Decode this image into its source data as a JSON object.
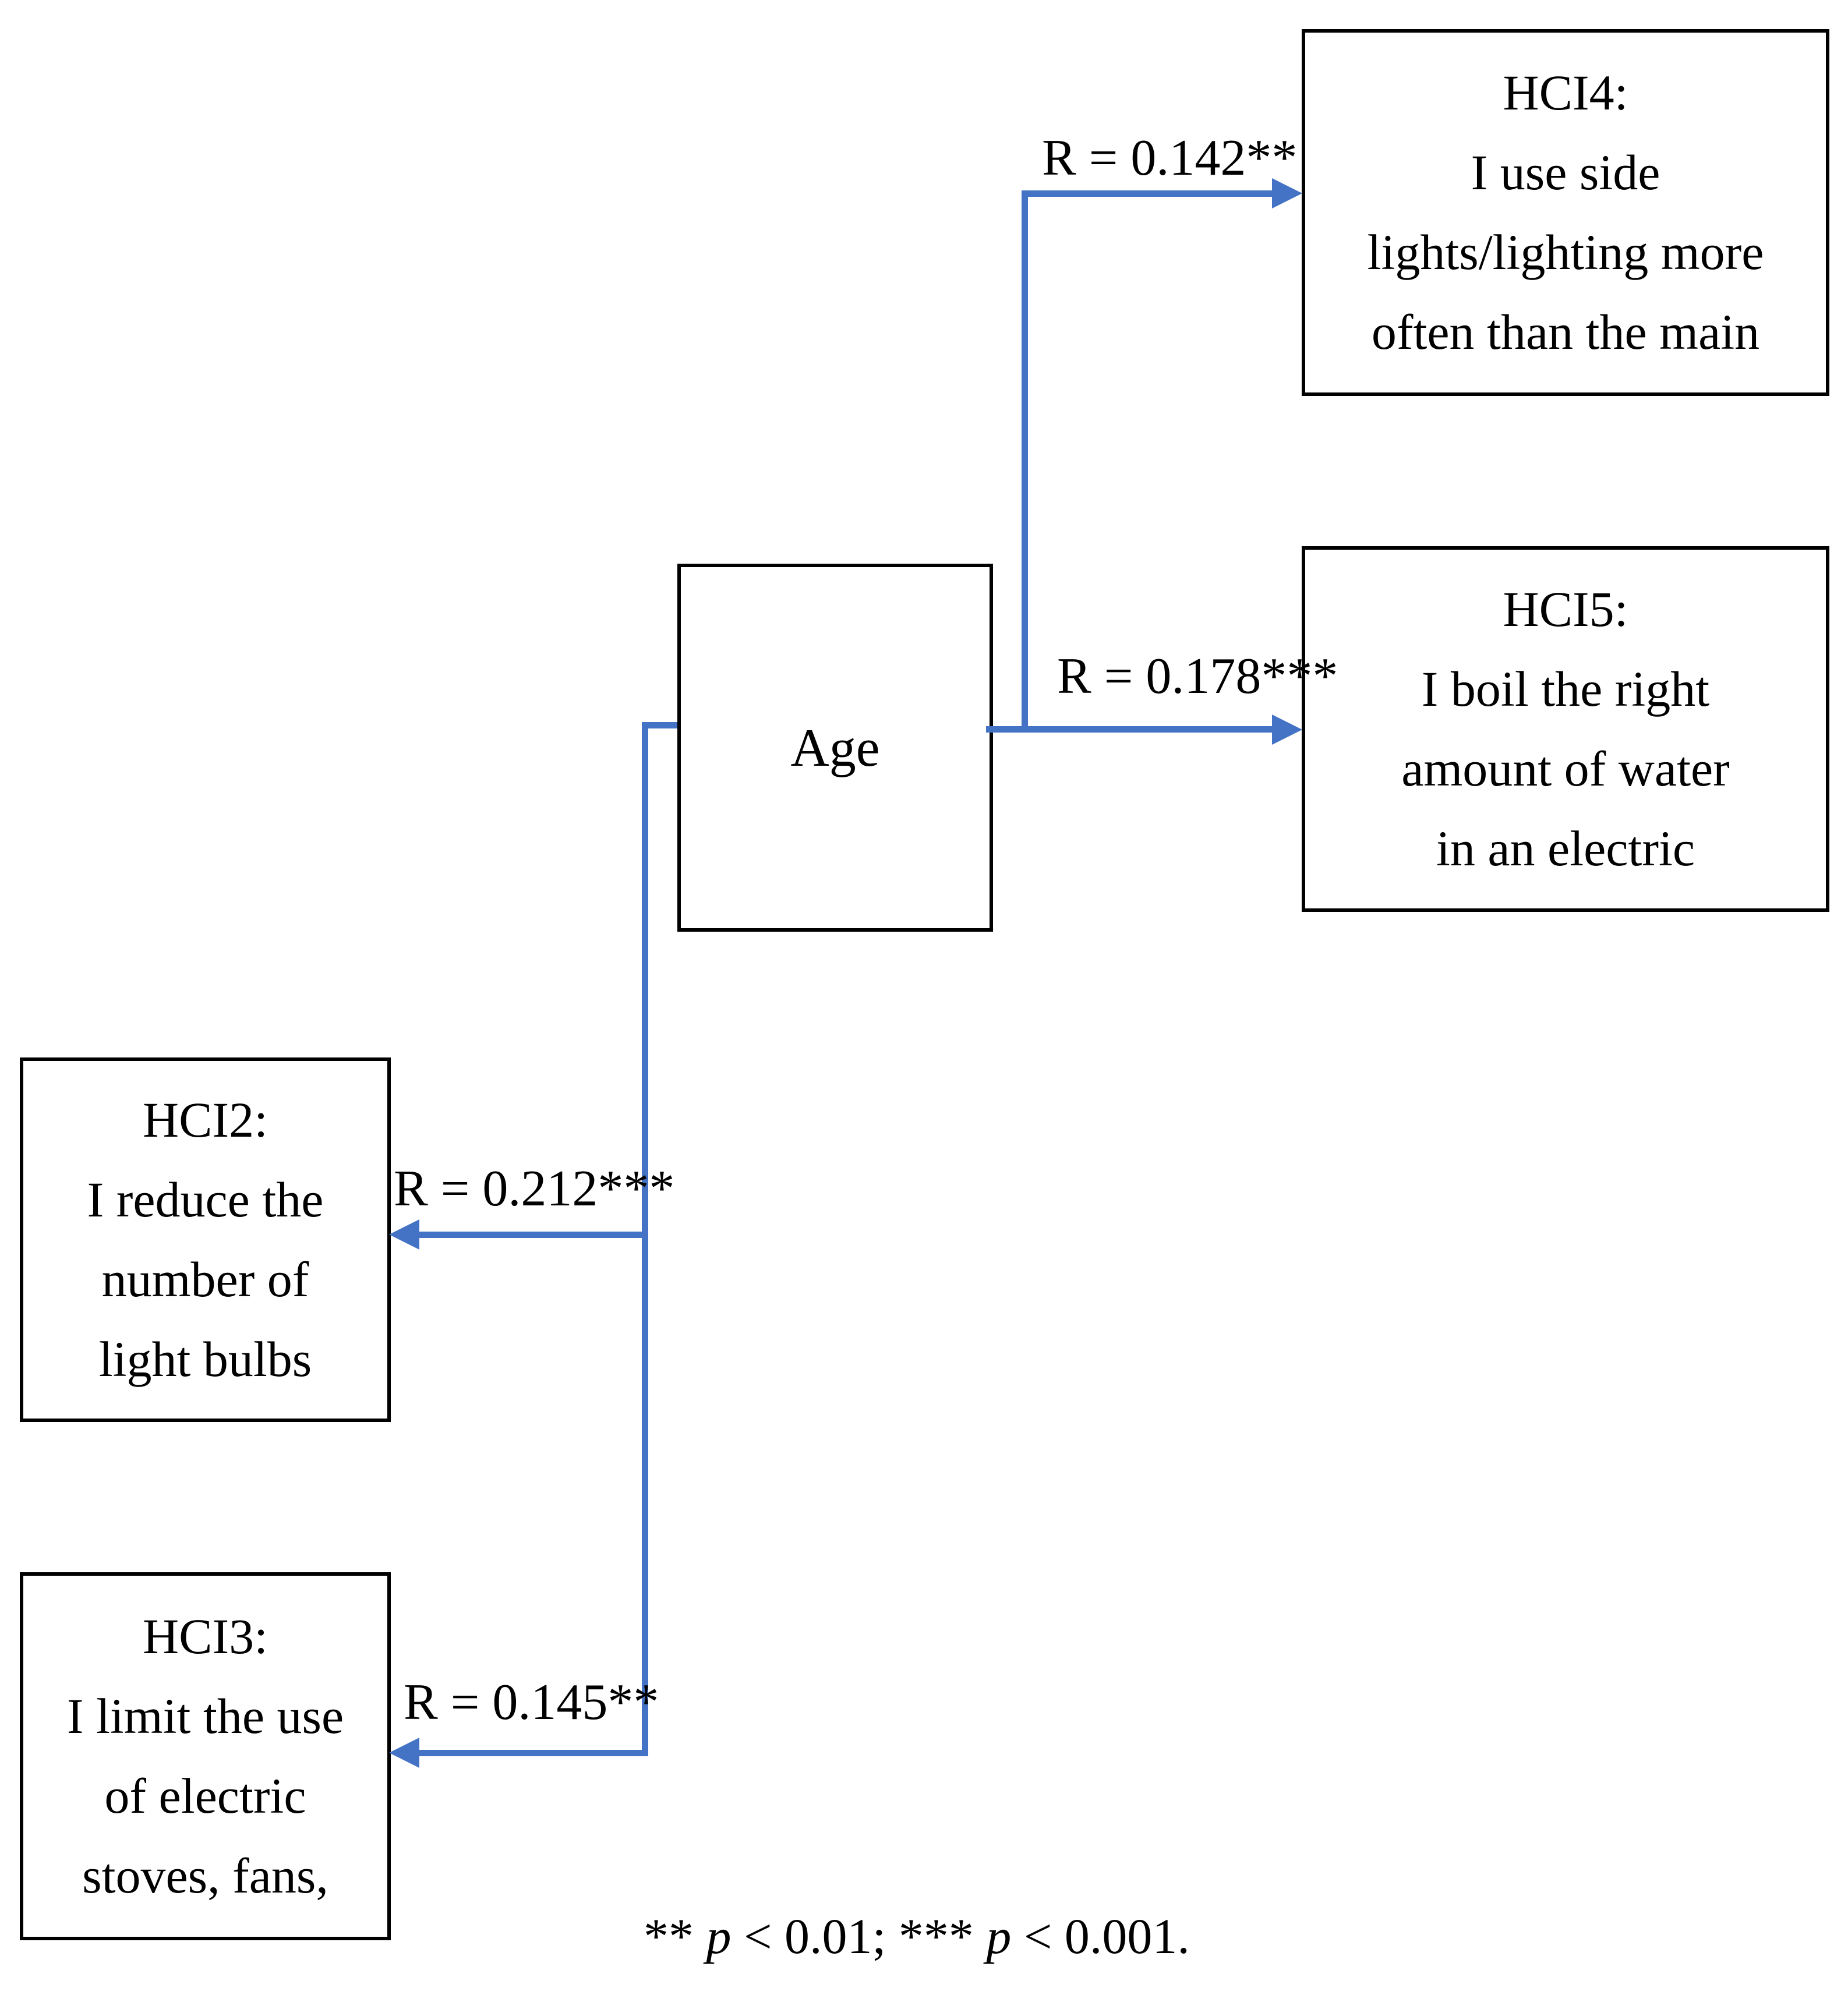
{
  "diagram": {
    "nodes": {
      "age": {
        "label": "Age"
      },
      "hci4": {
        "lines": [
          "HCI4:",
          "I use side",
          "lights/lighting more",
          "often than the main"
        ]
      },
      "hci5": {
        "lines": [
          "HCI5:",
          "I boil the right",
          "amount of water",
          "in an electric"
        ]
      },
      "hci2": {
        "lines": [
          "HCI2:",
          "I reduce the",
          "number of",
          "light bulbs"
        ]
      },
      "hci3": {
        "lines": [
          "HCI3:",
          "I limit the use",
          "of electric",
          "stoves, fans,"
        ]
      }
    },
    "paths": [
      {
        "from": "Age",
        "to": "HCI4",
        "label": "R = 0.142**"
      },
      {
        "from": "Age",
        "to": "HCI5",
        "label": "R = 0.178***"
      },
      {
        "from": "Age",
        "to": "HCI2",
        "label": "R = 0.212***"
      },
      {
        "from": "Age",
        "to": "HCI3",
        "label": "R = 0.145**"
      }
    ],
    "footnote": {
      "seg0": "** ",
      "p0": "p",
      "seg1": " < 0.01; *** ",
      "p1": "p",
      "seg2": " < 0.001."
    },
    "colors": {
      "arrow": "#4472C4",
      "border": "#000000",
      "text": "#000000",
      "background": "#FFFFFF"
    }
  }
}
